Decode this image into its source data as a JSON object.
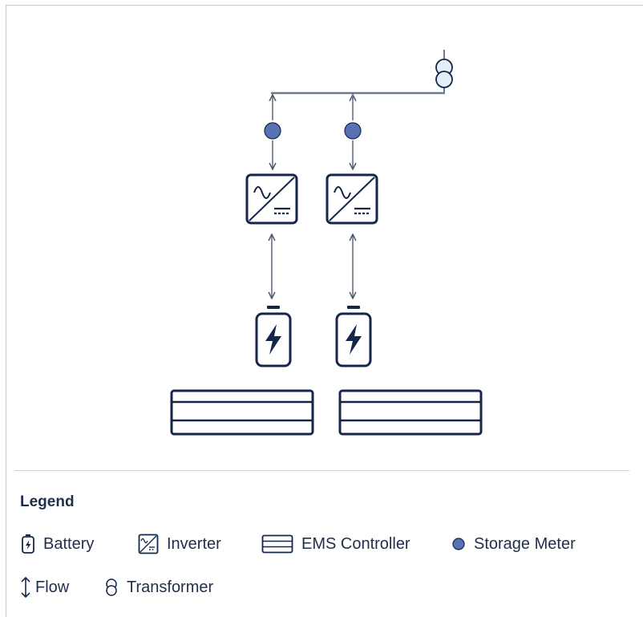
{
  "diagram": {
    "colors": {
      "stroke_dark": "#14274a",
      "line": "#6b7a8f",
      "meter_fill": "#5872b4",
      "transformer_fill": "#e3eef8"
    },
    "nodes": [
      {
        "type": "transformer"
      },
      {
        "type": "storage-meter"
      },
      {
        "type": "storage-meter"
      },
      {
        "type": "inverter"
      },
      {
        "type": "inverter"
      },
      {
        "type": "battery"
      },
      {
        "type": "battery"
      },
      {
        "type": "ems-controller"
      },
      {
        "type": "ems-controller"
      }
    ]
  },
  "legend": {
    "title": "Legend",
    "items": [
      {
        "label": "Battery",
        "icon": "battery-icon"
      },
      {
        "label": "Inverter",
        "icon": "inverter-icon"
      },
      {
        "label": "EMS Controller",
        "icon": "ems-controller-icon"
      },
      {
        "label": "Storage Meter",
        "icon": "storage-meter-icon"
      },
      {
        "label": "Flow",
        "icon": "flow-arrow-icon"
      },
      {
        "label": "Transformer",
        "icon": "transformer-icon"
      }
    ]
  }
}
